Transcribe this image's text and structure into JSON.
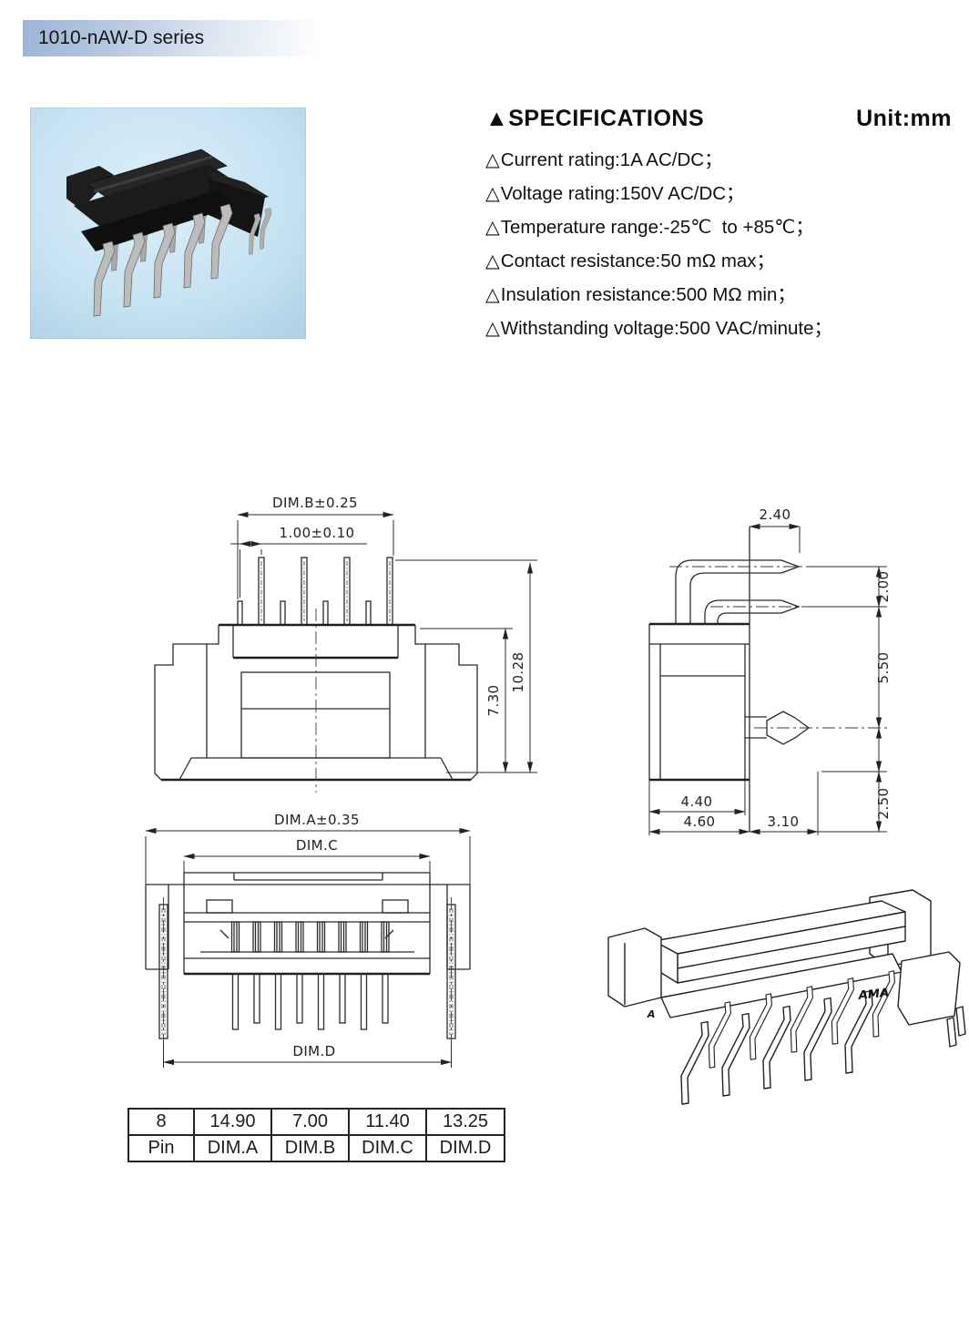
{
  "header": {
    "title": "1010-nAW-D series"
  },
  "specifications": {
    "title_marker": "▲",
    "title": "SPECIFICATIONS",
    "unit_label": "Unit:mm",
    "bullet": "△",
    "items": [
      "Current rating:1A AC/DC；",
      "Voltage rating:150V AC/DC；",
      "Temperature range:-25℃  to +85℃；",
      "Contact resistance:50 mΩ max；",
      "Insulation resistance:500 MΩ min；",
      "Withstanding voltage:500 VAC/minute；"
    ]
  },
  "drawings": {
    "front_view": {
      "dim_b": "DIM.B±0.25",
      "pitch": "1.00±0.10",
      "height_inner": "7.30",
      "height_total": "10.28"
    },
    "side_view": {
      "top_width": "2.40",
      "pin_spacing": "2.00",
      "body_height": "5.50",
      "bottom_height": "2.50",
      "width_a": "4.40",
      "width_b": "4.60",
      "width_c": "3.10"
    },
    "top_view": {
      "dim_a": "DIM.A±0.35",
      "dim_c": "DIM.C",
      "dim_d": "DIM.D"
    },
    "iso_view": {
      "marking_left": "A",
      "marking_right": "AMA"
    }
  },
  "dimension_table": {
    "values": [
      "8",
      "14.90",
      "7.00",
      "11.40",
      "13.25"
    ],
    "labels": [
      "Pin",
      "DIM.A",
      "DIM.B",
      "DIM.C",
      "DIM.D"
    ]
  },
  "colors": {
    "header_gradient_start": "#9db5d6",
    "photo_background": "#bedcee",
    "line": "#2b2b2b"
  }
}
